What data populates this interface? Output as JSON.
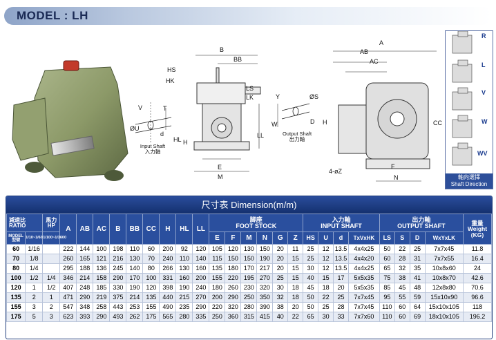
{
  "header": {
    "title": "MODEL : LH"
  },
  "drawing": {
    "dims_front": [
      "B",
      "BB",
      "HS",
      "HK",
      "LS",
      "LK",
      "HL",
      "H",
      "LL",
      "E",
      "M"
    ],
    "dims_input": [
      "V",
      "T",
      "ØU",
      "d"
    ],
    "input_caption": [
      "Input Shaft",
      "入力軸"
    ],
    "dims_output": [
      "Y",
      "W",
      "ØS",
      "D"
    ],
    "output_caption": [
      "Output Shaft",
      "出力軸"
    ],
    "dims_side": [
      "A",
      "AB",
      "AC",
      "H",
      "CC",
      "F",
      "N",
      "4-øZ"
    ]
  },
  "shaft_direction": {
    "options": [
      "R",
      "L",
      "V",
      "W",
      "WV"
    ],
    "caption_cn": "軸向選擇",
    "caption_en": "Shaft Direction"
  },
  "table": {
    "title": "尺寸表  Dimension(m/m)",
    "hdr_ratio_cn": "減速比",
    "hdr_ratio_en": "RATIO",
    "hdr_hp_cn": "馬力",
    "hdr_hp_en": "HP",
    "hdr_model": "MODEL",
    "hdr_model_cn": "型號",
    "hdr_r1": "1/10~1/60",
    "hdr_r2": "1/100~1/3600",
    "foot_cn": "脚座",
    "foot_en": "FOOT STOCK",
    "input_cn": "入力軸",
    "input_en": "INPUT SHAFT",
    "output_cn": "出力軸",
    "output_en": "OUTPUT SHAFT",
    "weight_cn": "重量",
    "weight_en": "Weight",
    "weight_unit": "(KG)",
    "cols_main": [
      "A",
      "AB",
      "AC",
      "B",
      "BB",
      "CC",
      "H",
      "HL",
      "LL"
    ],
    "cols_foot": [
      "E",
      "F",
      "M",
      "N",
      "G",
      "Z"
    ],
    "cols_in": [
      "HS",
      "U",
      "d",
      "TxVxHK"
    ],
    "cols_out": [
      "LS",
      "S",
      "D",
      "WxYxLK"
    ],
    "rows": [
      {
        "model": "60",
        "r1": "1/16",
        "r2": "",
        "v": [
          "222",
          "144",
          "100",
          "198",
          "110",
          "60",
          "200",
          "92",
          "120",
          "105",
          "120",
          "130",
          "150",
          "20",
          "11",
          "25",
          "12",
          "13.5",
          "4x4x25",
          "50",
          "22",
          "25",
          "7x7x45",
          "11.8"
        ]
      },
      {
        "model": "70",
        "r1": "1/8",
        "r2": "",
        "v": [
          "260",
          "165",
          "121",
          "216",
          "130",
          "70",
          "240",
          "110",
          "140",
          "115",
          "150",
          "150",
          "190",
          "20",
          "15",
          "25",
          "12",
          "13.5",
          "4x4x20",
          "60",
          "28",
          "31",
          "7x7x55",
          "16.4"
        ]
      },
      {
        "model": "80",
        "r1": "1/4",
        "r2": "",
        "v": [
          "295",
          "188",
          "136",
          "245",
          "140",
          "80",
          "266",
          "130",
          "160",
          "135",
          "180",
          "170",
          "217",
          "20",
          "15",
          "30",
          "12",
          "13.5",
          "4x4x25",
          "65",
          "32",
          "35",
          "10x8x60",
          "24"
        ]
      },
      {
        "model": "100",
        "r1": "1/2",
        "r2": "1/4",
        "v": [
          "346",
          "214",
          "158",
          "290",
          "170",
          "100",
          "331",
          "160",
          "200",
          "155",
          "220",
          "195",
          "270",
          "25",
          "15",
          "40",
          "15",
          "17",
          "5x5x35",
          "75",
          "38",
          "41",
          "10x8x70",
          "42.6"
        ]
      },
      {
        "model": "120",
        "r1": "1",
        "r2": "1/2",
        "v": [
          "407",
          "248",
          "185",
          "330",
          "190",
          "120",
          "398",
          "190",
          "240",
          "180",
          "260",
          "230",
          "320",
          "30",
          "18",
          "45",
          "18",
          "20",
          "5x5x35",
          "85",
          "45",
          "48",
          "12x8x80",
          "70.6"
        ]
      },
      {
        "model": "135",
        "r1": "2",
        "r2": "1",
        "v": [
          "471",
          "290",
          "219",
          "375",
          "214",
          "135",
          "440",
          "215",
          "270",
          "200",
          "290",
          "250",
          "350",
          "32",
          "18",
          "50",
          "22",
          "25",
          "7x7x45",
          "95",
          "55",
          "59",
          "15x10x90",
          "96.6"
        ]
      },
      {
        "model": "155",
        "r1": "3",
        "r2": "2",
        "v": [
          "547",
          "348",
          "258",
          "443",
          "253",
          "155",
          "490",
          "235",
          "290",
          "220",
          "320",
          "280",
          "390",
          "38",
          "20",
          "50",
          "25",
          "28",
          "7x7x45",
          "110",
          "60",
          "64",
          "15x10x105",
          "118"
        ]
      },
      {
        "model": "175",
        "r1": "5",
        "r2": "3",
        "v": [
          "623",
          "393",
          "290",
          "493",
          "262",
          "175",
          "565",
          "280",
          "335",
          "250",
          "360",
          "315",
          "415",
          "40",
          "22",
          "65",
          "30",
          "33",
          "7x7x60",
          "110",
          "60",
          "69",
          "18x10x105",
          "196.2"
        ]
      }
    ]
  }
}
